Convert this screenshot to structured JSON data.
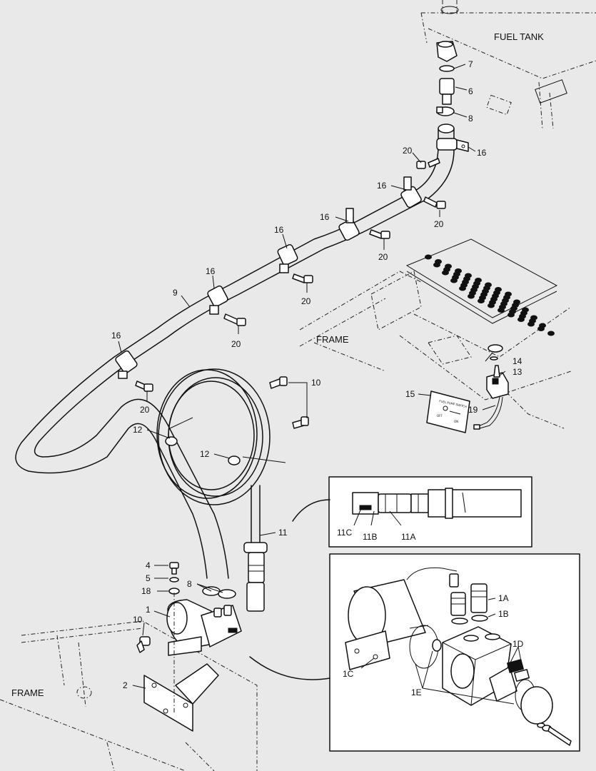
{
  "area_labels": {
    "fuel_tank": "FUEL TANK",
    "frame_upper": "FRAME",
    "frame_lower": "FRAME"
  },
  "decal": {
    "title": "FUEL PUMP SWITCH",
    "off": "OFF",
    "on": "ON"
  },
  "callouts": {
    "c7": "7",
    "c6": "6",
    "c8_top": "8",
    "c16_a": "16",
    "c20_a": "20",
    "c16_b": "16",
    "c20_b": "20",
    "c16_c": "16",
    "c20_c": "20",
    "c16_d": "16",
    "c20_d": "20",
    "c16_e": "16",
    "c20_e": "20",
    "c9": "9",
    "c16_f": "16",
    "c20_f": "20",
    "c14": "14",
    "c13": "13",
    "c15": "15",
    "c19": "19",
    "c10_top": "10",
    "c12_a": "12",
    "c12_b": "12",
    "c11": "11",
    "c11C": "11C",
    "c11B": "11B",
    "c11A": "11A",
    "c4": "4",
    "c5": "5",
    "c18": "18",
    "c8_bot": "8",
    "c1": "1",
    "c10_bot": "10",
    "c2": "2",
    "c1A": "1A",
    "c1B": "1B",
    "c1C": "1C",
    "c1D": "1D",
    "c1E": "1E"
  },
  "colors": {
    "background": "#e9e9e9",
    "line": "#111111"
  }
}
